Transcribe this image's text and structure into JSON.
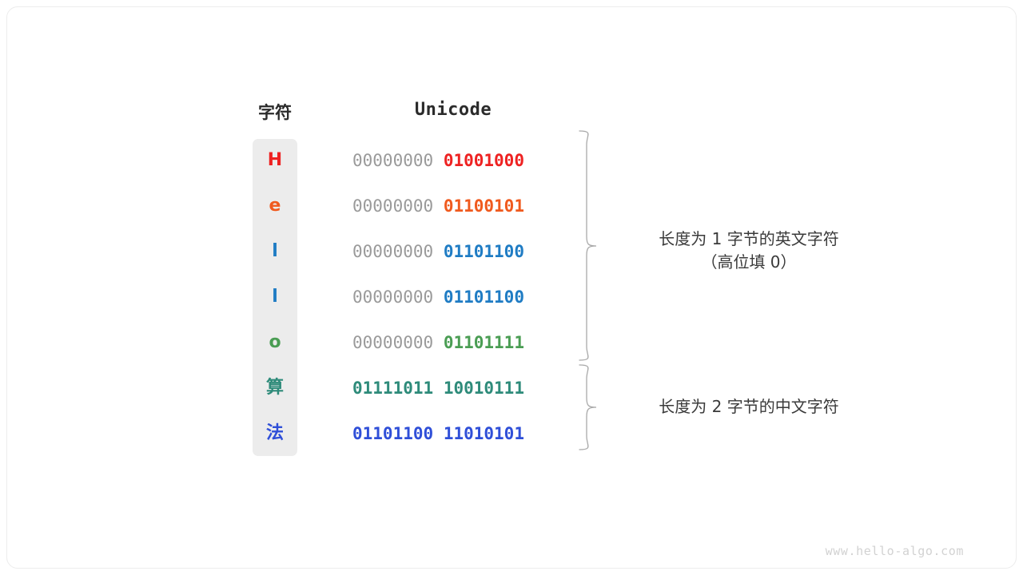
{
  "headers": {
    "character": "字符",
    "unicode": "Unicode"
  },
  "colors": {
    "red": "#ee2222",
    "orange": "#f05a1e",
    "blue": "#1f7cc4",
    "green": "#4a9d53",
    "teal": "#2e8b7a",
    "royal_blue": "#2f4fd8",
    "pad_gray": "#9a9a9a",
    "column_bg": "#ececec",
    "brace": "#a9a9a9",
    "text": "#2b2b2b"
  },
  "rows": [
    {
      "char": "H",
      "color": "#ee2222",
      "high_byte": "00000000",
      "low_byte": "01001000",
      "high_is_padding": true
    },
    {
      "char": "e",
      "color": "#f05a1e",
      "high_byte": "00000000",
      "low_byte": "01100101",
      "high_is_padding": true
    },
    {
      "char": "l",
      "color": "#1f7cc4",
      "high_byte": "00000000",
      "low_byte": "01101100",
      "high_is_padding": true
    },
    {
      "char": "l",
      "color": "#1f7cc4",
      "high_byte": "00000000",
      "low_byte": "01101100",
      "high_is_padding": true
    },
    {
      "char": "o",
      "color": "#4a9d53",
      "high_byte": "00000000",
      "low_byte": "01101111",
      "high_is_padding": true
    },
    {
      "char": "算",
      "color": "#2e8b7a",
      "high_byte": "01111011",
      "low_byte": "10010111",
      "high_is_padding": false
    },
    {
      "char": "法",
      "color": "#2f4fd8",
      "high_byte": "01101100",
      "low_byte": "11010101",
      "high_is_padding": false
    }
  ],
  "annotations": [
    {
      "text": "长度为 1 字节的英文字符\n（高位填 0）",
      "covers_rows": [
        0,
        4
      ]
    },
    {
      "text": "长度为 2 字节的中文字符",
      "covers_rows": [
        5,
        6
      ]
    }
  ],
  "watermark": "www.hello-algo.com"
}
